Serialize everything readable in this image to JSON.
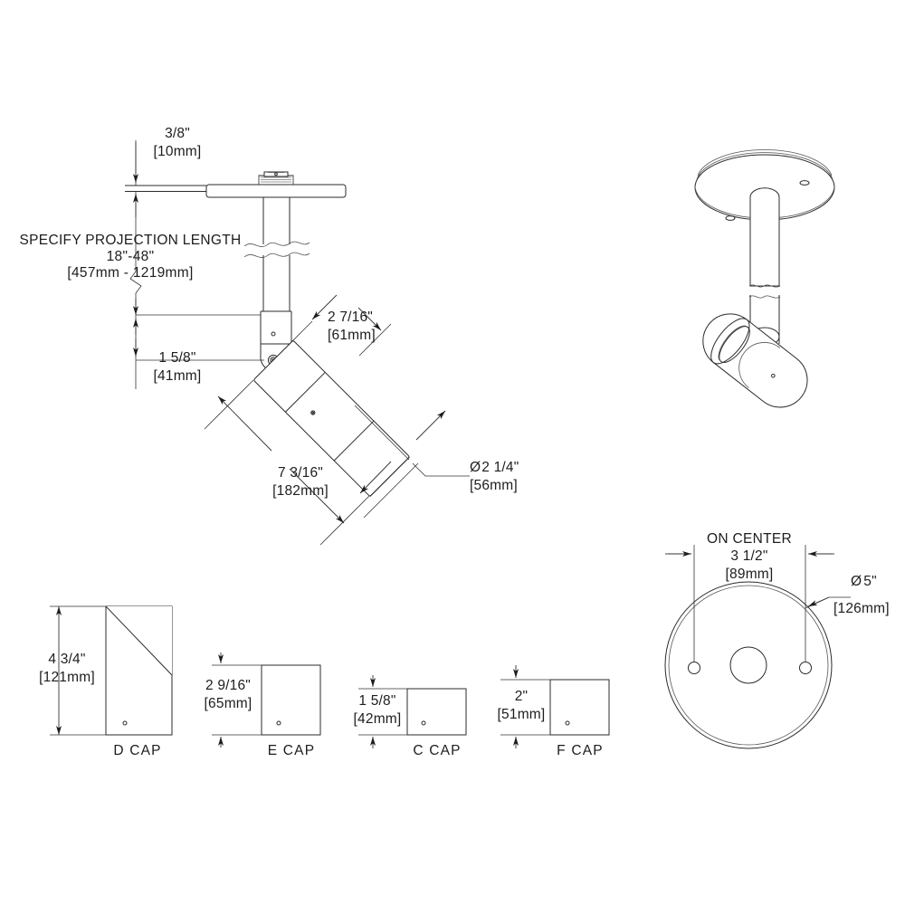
{
  "drawing": {
    "title": "Ceiling-mounted adjustable stem cylinder luminaire dimensional drawing",
    "line_color": "#2b2b2b",
    "text_color": "#1d1d1d",
    "background": "#ffffff"
  },
  "elevation_view": {
    "name": "stem-elevation-view",
    "canopy_thickness": {
      "imperial": "3/8\"",
      "metric": "[10mm]"
    },
    "projection_note": {
      "line1": "SPECIFY PROJECTION LENGTH",
      "line2": "18\"-48\"",
      "line3": "[457mm - 1219mm]"
    },
    "swivel_offset": {
      "imperial": "1 5/8\"",
      "metric": "[41mm]"
    },
    "head_shoulder": {
      "imperial": "2 7/16\"",
      "metric": "[61mm]"
    },
    "head_length": {
      "imperial": "7 3/16\"",
      "metric": "[182mm]"
    },
    "head_diameter": {
      "symbol": "Ø",
      "imperial": "2 1/4\"",
      "metric": "[56mm]"
    }
  },
  "iso_view": {
    "name": "isometric-fixture-view",
    "description": "3D isometric of canopy, stem with break, and angled cylinder head"
  },
  "plan_view": {
    "name": "canopy-plan-view",
    "on_center_label": "ON CENTER",
    "on_center": {
      "imperial": "3 1/2\"",
      "metric": "[89mm]"
    },
    "canopy_diameter": {
      "symbol": "Ø",
      "imperial": "5\"",
      "metric": "[126mm]"
    }
  },
  "caps": [
    {
      "id": "d-cap",
      "label": "D CAP",
      "shape": "angled-cut",
      "height": {
        "imperial": "4 3/4\"",
        "metric": "[121mm]"
      }
    },
    {
      "id": "e-cap",
      "label": "E CAP",
      "shape": "square",
      "height": {
        "imperial": "2 9/16\"",
        "metric": "[65mm]"
      }
    },
    {
      "id": "c-cap",
      "label": "C CAP",
      "shape": "square",
      "height": {
        "imperial": "1 5/8\"",
        "metric": "[42mm]"
      }
    },
    {
      "id": "f-cap",
      "label": "F CAP",
      "shape": "square",
      "height": {
        "imperial": "2\"",
        "metric": "[51mm]"
      }
    }
  ]
}
